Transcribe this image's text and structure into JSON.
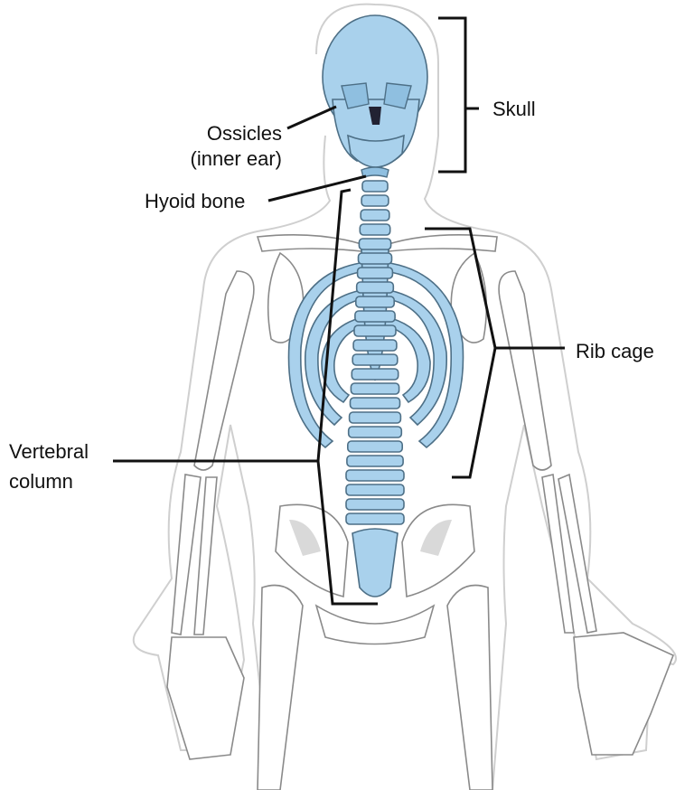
{
  "labels": {
    "skull": "Skull",
    "ossicles_line1": "Ossicles",
    "ossicles_line2": "(inner ear)",
    "hyoid": "Hyoid bone",
    "rib_cage": "Rib cage",
    "vertebral_line1": "Vertebral",
    "vertebral_line2": "column"
  },
  "colors": {
    "axial_bone": "#a9d1ec",
    "appendicular_bone": "#ffffff",
    "body_outline": "#cfcfcf",
    "leader_lines": "#111111"
  }
}
